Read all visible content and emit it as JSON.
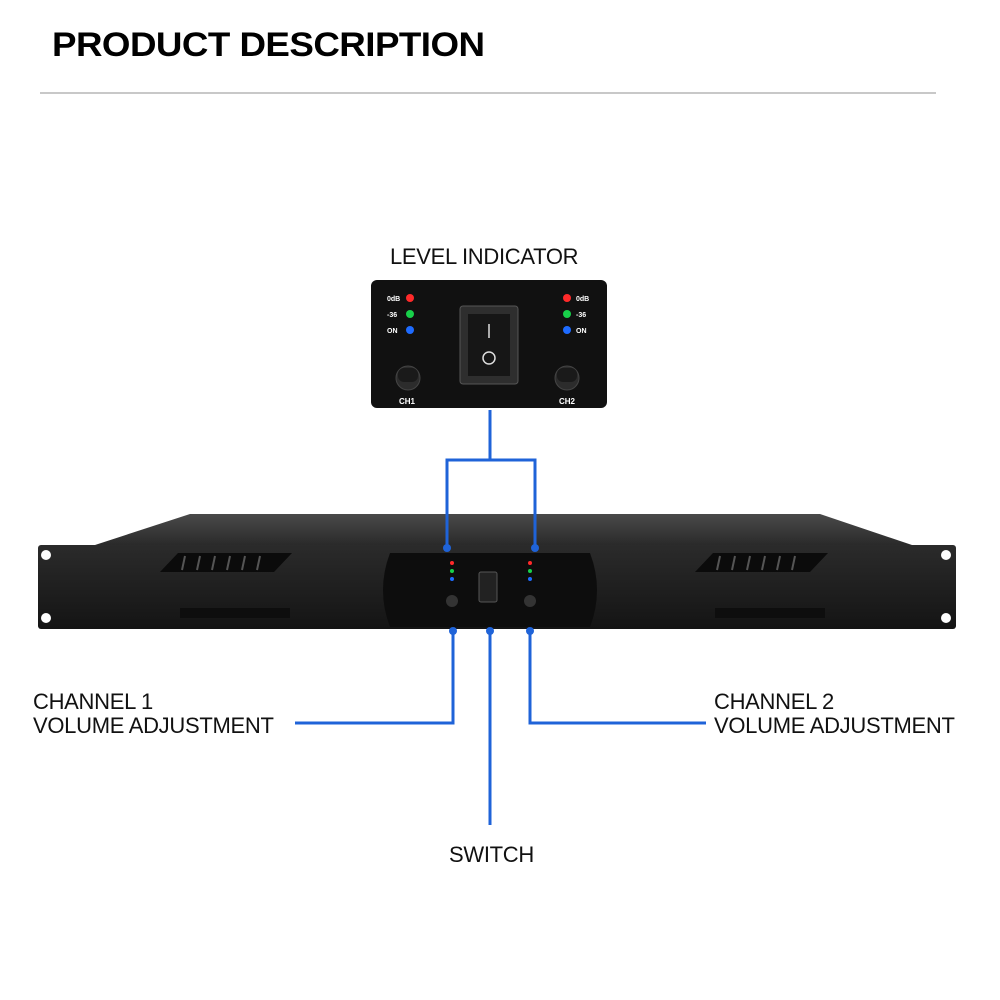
{
  "header": {
    "title": "PRODUCT DESCRIPTION"
  },
  "callouts": {
    "level_indicator": "LEVEL INDICATOR",
    "channel1": {
      "line1": "CHANNEL 1",
      "line2": "VOLUME ADJUSTMENT"
    },
    "channel2": {
      "line1": "CHANNEL 2",
      "line2": "VOLUME ADJUSTMENT"
    },
    "switch": "SWITCH"
  },
  "panel": {
    "leds": [
      {
        "label": "0dB",
        "color": "#ff2a2a"
      },
      {
        "label": "-36",
        "color": "#18d04a"
      },
      {
        "label": "ON",
        "color": "#1e6bff"
      }
    ],
    "ch1_label": "CH1",
    "ch2_label": "CH2"
  },
  "colors": {
    "line": "#1f63d8",
    "chassis": "#1e1e1e",
    "panel": "#111111"
  }
}
